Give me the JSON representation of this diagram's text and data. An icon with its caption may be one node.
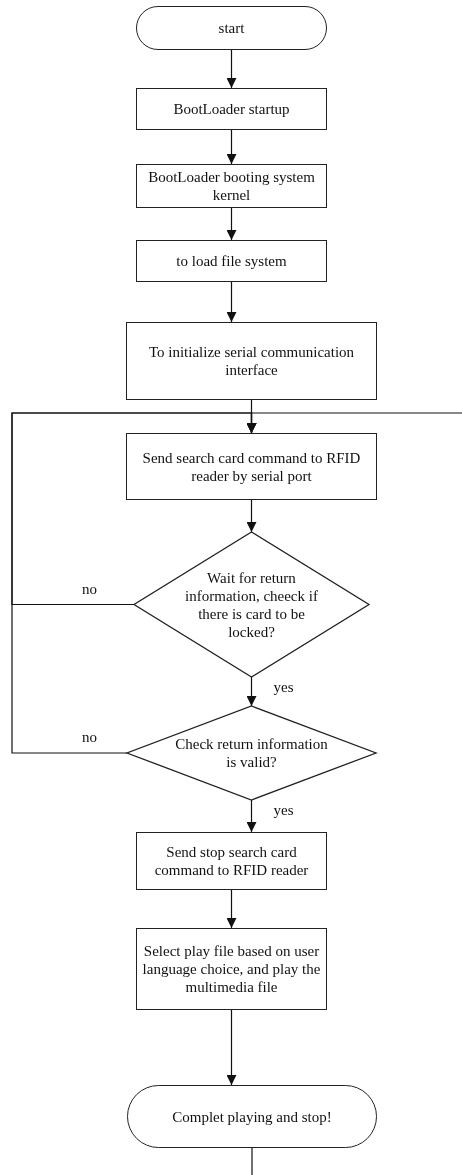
{
  "diagram": {
    "nodes": [
      {
        "text": [
          "start"
        ]
      },
      {
        "text": [
          "BootLoader startup"
        ]
      },
      {
        "text": [
          "BootLoader booting system kernel"
        ]
      },
      {
        "text": [
          "to load file system"
        ]
      },
      {
        "text": [
          "To initialize serial communication interface"
        ]
      },
      {
        "text": [
          "Send search card command to RFID reader by serial port"
        ]
      },
      {
        "text": [
          "Wait for return information, cheeck if there is card to be locked?"
        ]
      },
      {
        "text": [
          "Check return information is valid?"
        ]
      },
      {
        "text": [
          "Send stop search card command to RFID reader"
        ]
      },
      {
        "text": [
          "Select  play file based on user language choice, and play the multimedia file"
        ]
      },
      {
        "text": [
          "Complet playing and stop!"
        ]
      }
    ],
    "edges": [
      {
        "from": 0,
        "to": 1,
        "arrow": "to"
      },
      {
        "from": 1,
        "to": 2,
        "arrow": "to"
      },
      {
        "from": 2,
        "to": 3,
        "arrow": "to"
      },
      {
        "from": 3,
        "to": 4,
        "arrow": "to"
      },
      {
        "from": 4,
        "to": 5,
        "arrow": "to"
      },
      {
        "from": 5,
        "to": 6,
        "arrow": "to"
      },
      {
        "from": 6,
        "to": 5,
        "arrow": "to",
        "label": "no"
      },
      {
        "from": 6,
        "to": 7,
        "arrow": "to",
        "label": "yes"
      },
      {
        "from": 7,
        "to": 5,
        "arrow": "to",
        "label": "no"
      },
      {
        "from": 7,
        "to": 8,
        "arrow": "to",
        "label": "yes"
      },
      {
        "from": 8,
        "to": 9,
        "arrow": "to"
      },
      {
        "from": 9,
        "to": 10,
        "arrow": "to"
      },
      {
        "from": null,
        "to": 5,
        "arrow": "to"
      },
      {
        "from": 10,
        "to": null,
        "arrow": "none"
      }
    ]
  }
}
